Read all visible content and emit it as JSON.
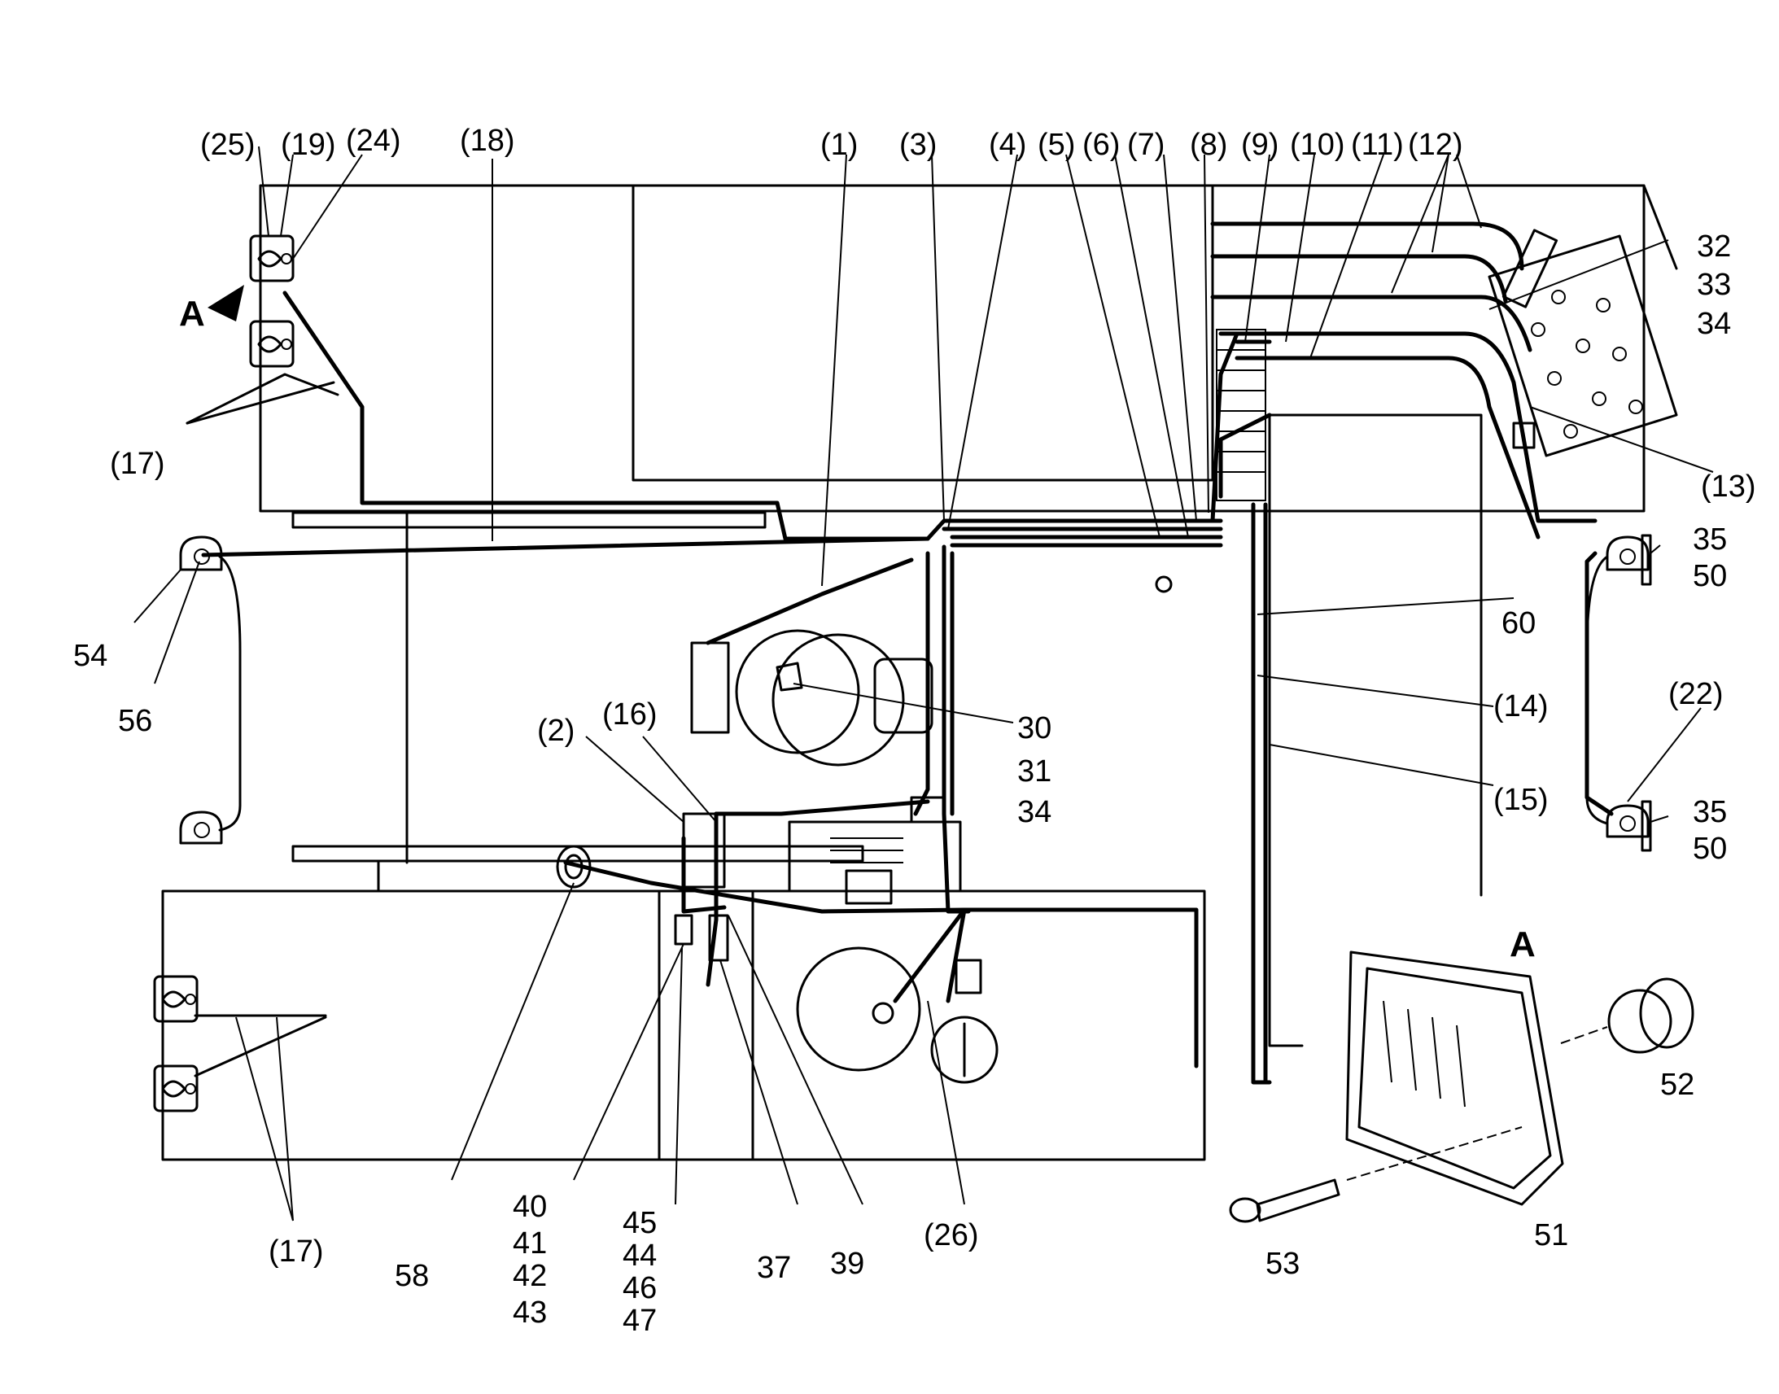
{
  "view_marker": "A",
  "labels": {
    "l25": "(25)",
    "l19": "(19)",
    "l24": "(24)",
    "l18": "(18)",
    "l1": "(1)",
    "l3": "(3)",
    "l4": "(4)",
    "l5": "(5)",
    "l6": "(6)",
    "l7": "(7)",
    "l8": "(8)",
    "l9": "(9)",
    "l10": "(10)",
    "l11": "(11)",
    "l12": "(12)",
    "l13": "(13)",
    "l14": "(14)",
    "l15": "(15)",
    "l16": "(16)",
    "l2": "(2)",
    "l17a": "(17)",
    "l17b": "(17)",
    "l22": "(22)",
    "l26": "(26)",
    "n30": "30",
    "n31": "31",
    "n34a": "34",
    "n32": "32",
    "n33": "33",
    "n34b": "34",
    "n35a": "35",
    "n50a": "50",
    "n35b": "35",
    "n50b": "50",
    "n60": "60",
    "n54": "54",
    "n56": "56",
    "n58": "58",
    "n40": "40",
    "n41": "41",
    "n42": "42",
    "n43": "43",
    "n45": "45",
    "n44": "44",
    "n46": "46",
    "n47": "47",
    "n37": "37",
    "n39": "39",
    "n51": "51",
    "n52": "52",
    "n53": "53"
  }
}
